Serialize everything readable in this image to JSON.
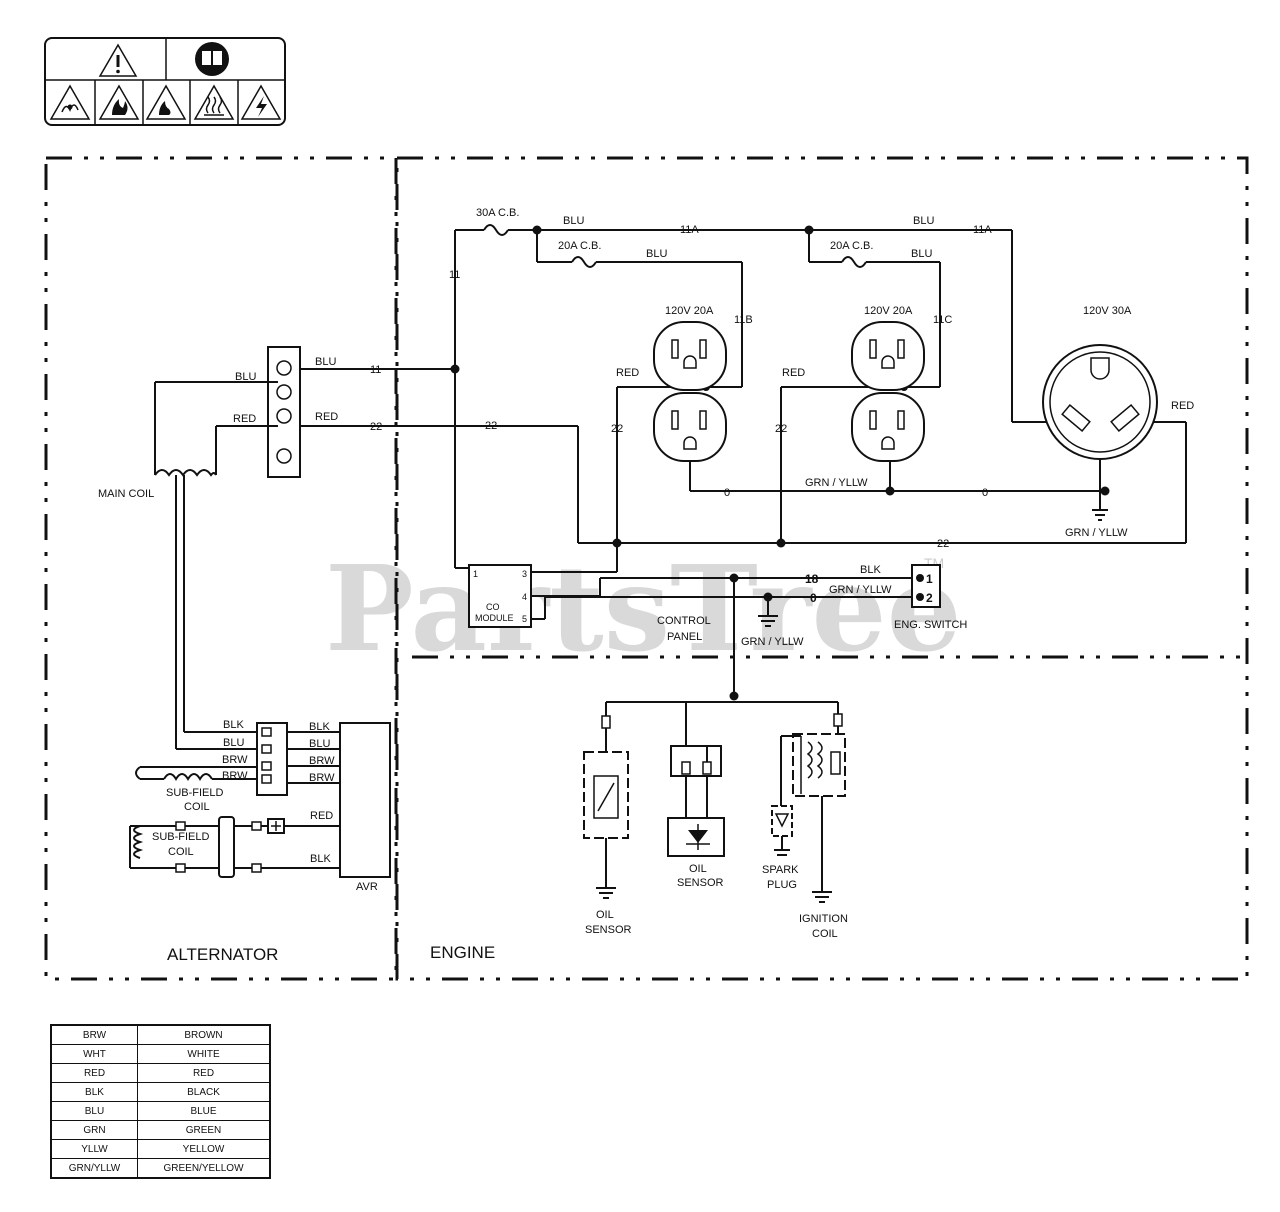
{
  "watermark": {
    "text": "PartsTree",
    "tm": "TM"
  },
  "sections": {
    "alternator": "ALTERNATOR",
    "engine": "ENGINE"
  },
  "labels": {
    "cb30": "30A C.B.",
    "cb20a": "20A C.B.",
    "cb20b": "20A C.B.",
    "blu": "BLU",
    "red": "RED",
    "blk": "BLK",
    "brw": "BRW",
    "w11": "11",
    "w11a": "11A",
    "w11b": "11B",
    "w11c": "11C",
    "w22": "22",
    "w0": "0",
    "w18": "18",
    "grn_yllw": "GRN / YLLW",
    "outlet20": "120V 20A",
    "outlet30": "120V 30A",
    "main_coil": "MAIN COIL",
    "sub_field": "SUB-FIELD",
    "coil": "COIL",
    "avr": "AVR",
    "co": "CO",
    "module": "MODULE",
    "pin1": "1",
    "pin3": "3",
    "pin4": "4",
    "pin5": "5",
    "control": "CONTROL",
    "panel": "PANEL",
    "eng_switch": "ENG. SWITCH",
    "sw1": "1",
    "sw2": "2",
    "oil": "OIL",
    "sensor": "SENSOR",
    "spark": "SPARK",
    "plug": "PLUG",
    "ignition": "IGNITION"
  },
  "legend": [
    {
      "abbr": "BRW",
      "full": "BROWN"
    },
    {
      "abbr": "WHT",
      "full": "WHITE"
    },
    {
      "abbr": "RED",
      "full": "RED"
    },
    {
      "abbr": "BLK",
      "full": "BLACK"
    },
    {
      "abbr": "BLU",
      "full": "BLUE"
    },
    {
      "abbr": "GRN",
      "full": "GREEN"
    },
    {
      "abbr": "YLLW",
      "full": "YELLOW"
    },
    {
      "abbr": "GRN/YLLW",
      "full": "GREEN/YELLOW"
    }
  ]
}
